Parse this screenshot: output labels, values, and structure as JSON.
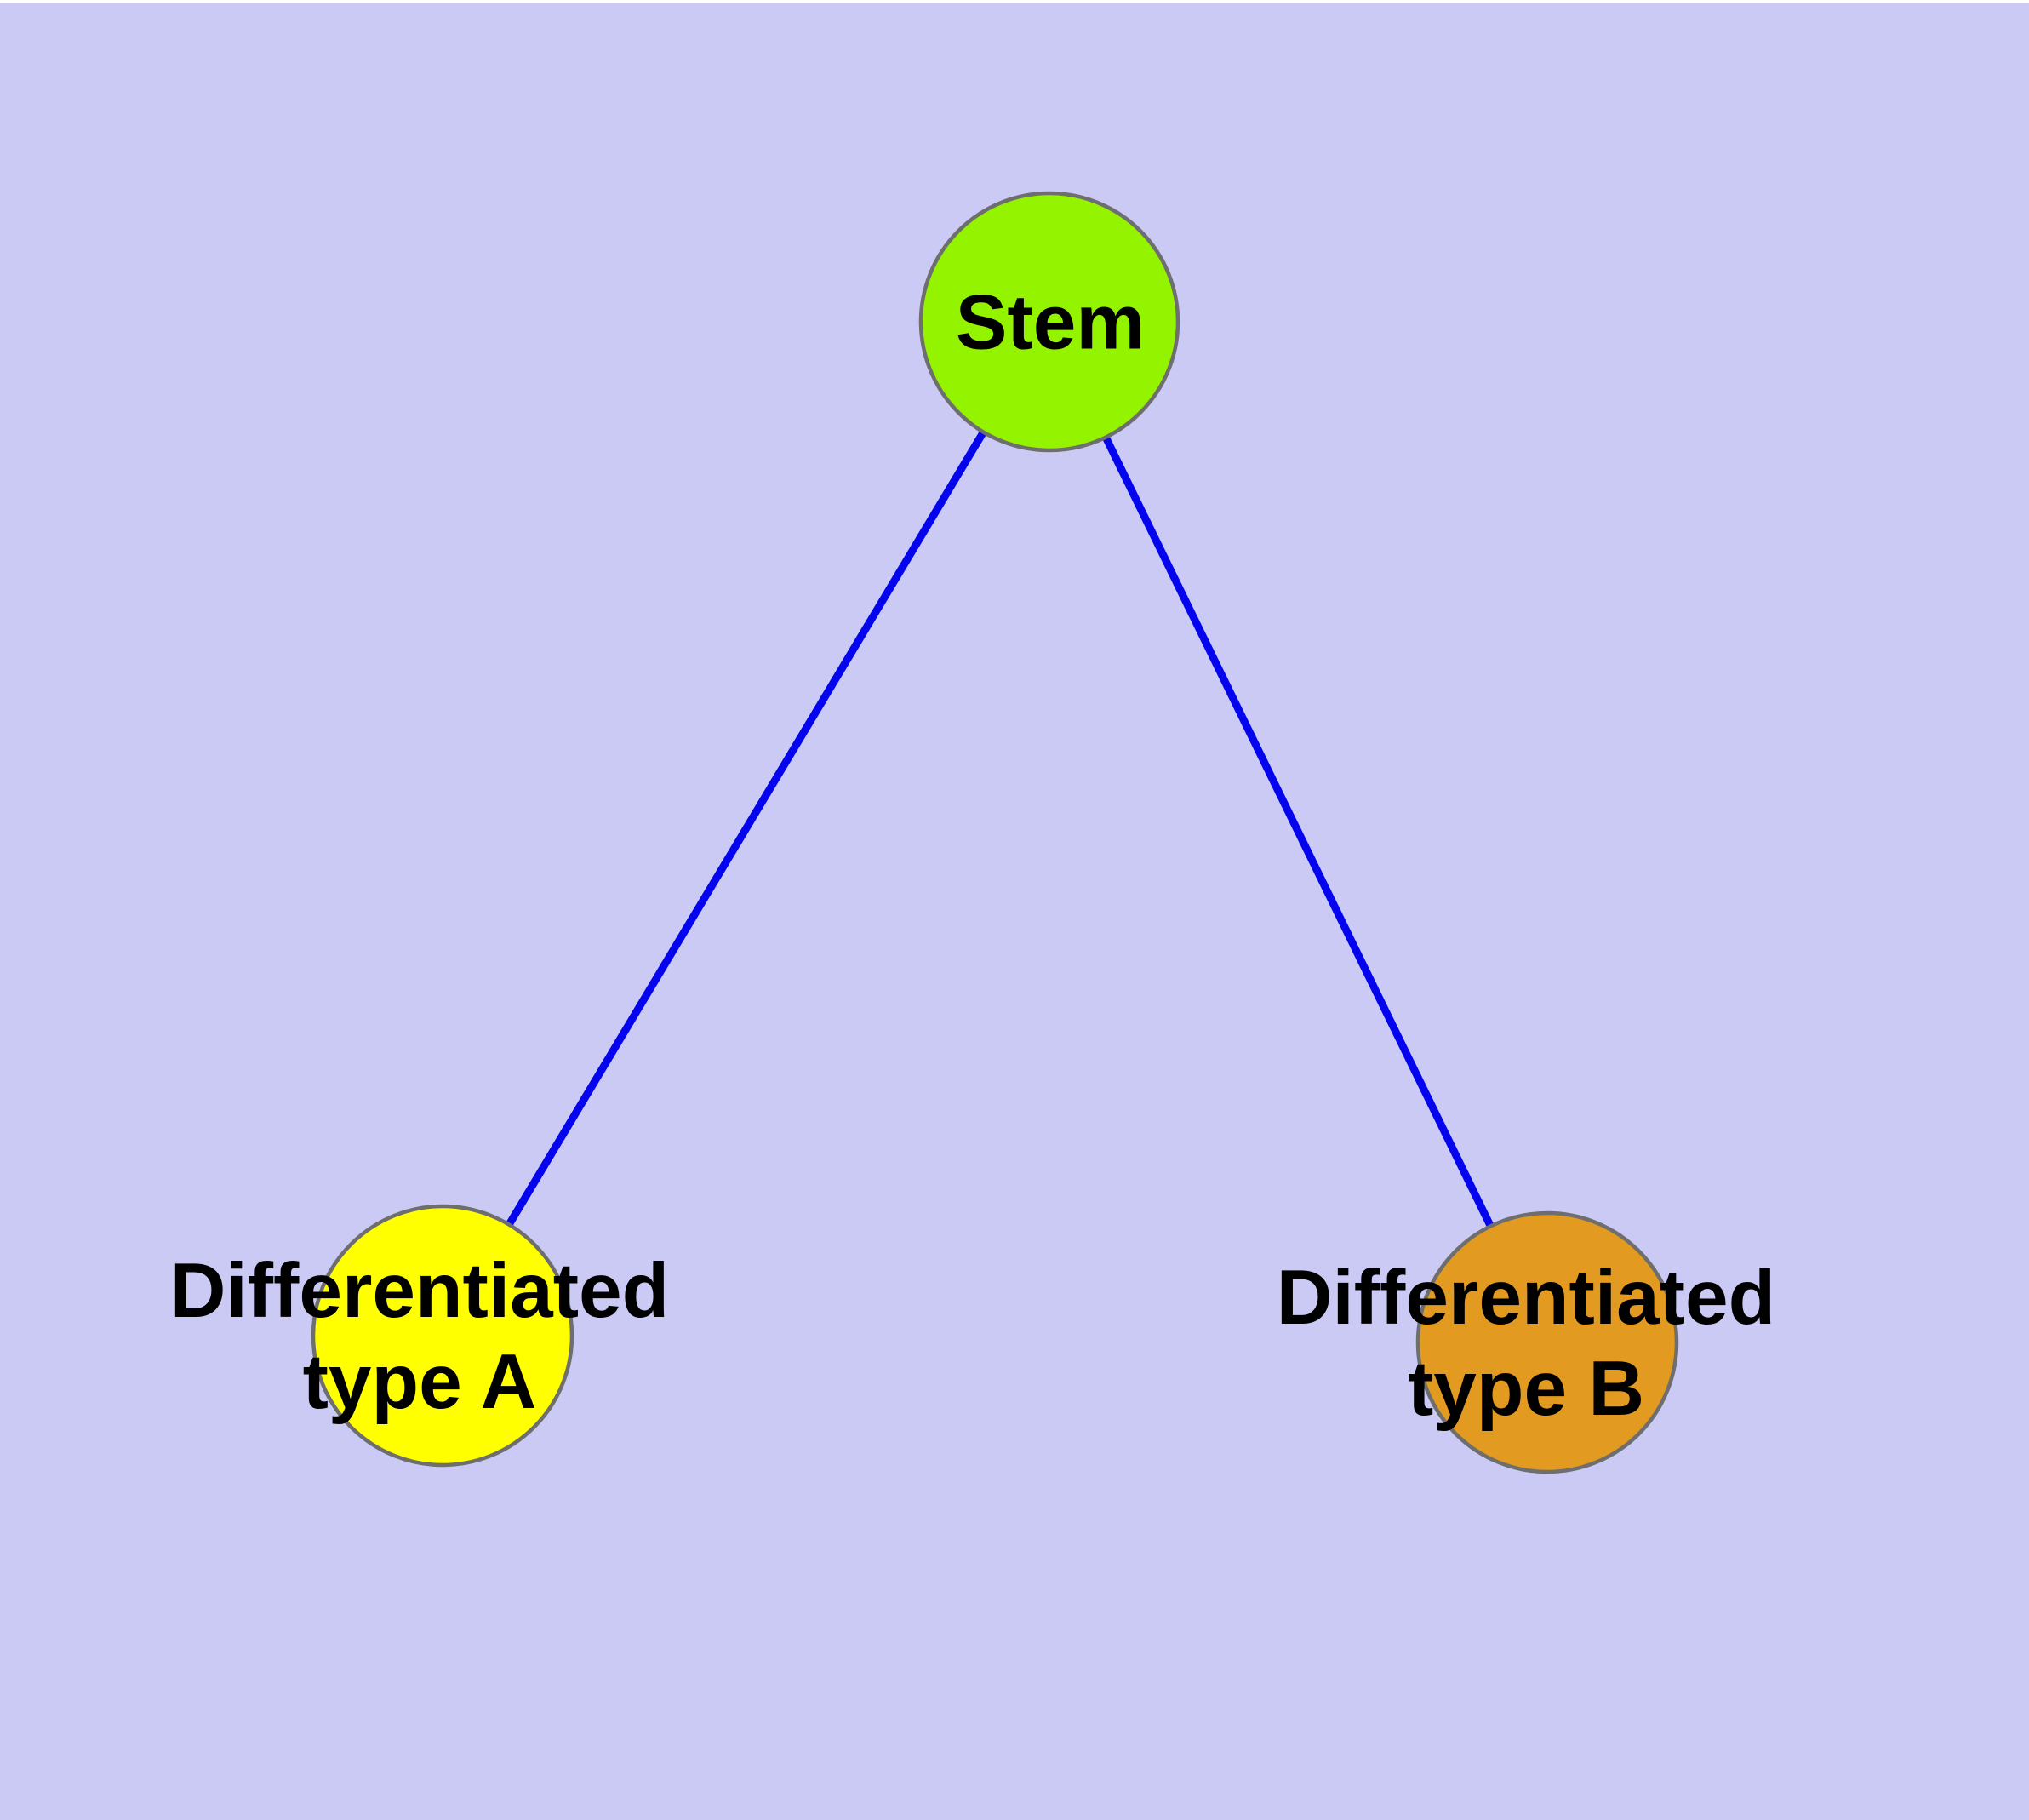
{
  "diagram": {
    "type": "graph",
    "background_color": "#CACAF5",
    "edge_color": "#0404EE",
    "node_border_color": "#6E6E6E",
    "nodes": {
      "stem": {
        "label": "Stem",
        "color": "#94F400",
        "shape": "circle"
      },
      "type_a": {
        "label": "Differentiated\ntype A",
        "color": "#FFFF00",
        "shape": "circle"
      },
      "type_b": {
        "label": "Differentiated\ntype B",
        "color": "#E29A20",
        "shape": "circle"
      }
    },
    "edges": [
      {
        "from": "stem",
        "to": "type_a"
      },
      {
        "from": "stem",
        "to": "type_b"
      }
    ]
  }
}
